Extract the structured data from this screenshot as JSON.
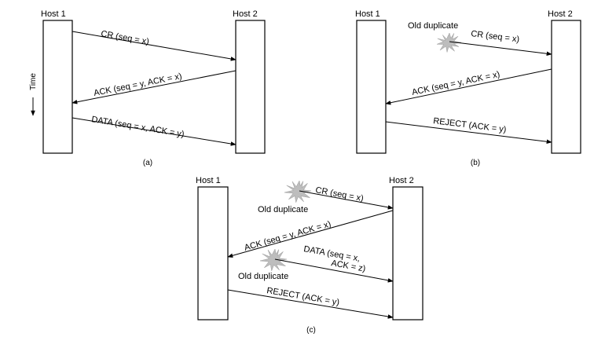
{
  "diagrams": {
    "a": {
      "host1": "Host 1",
      "host2": "Host 2",
      "time_label": "Time",
      "messages": [
        "CR (seq = x)",
        "ACK (seq = y, ACK = x)",
        "DATA (seq = x, ACK = y)"
      ],
      "caption": "(a)"
    },
    "b": {
      "host1": "Host 1",
      "host2": "Host 2",
      "note": "Old duplicate",
      "messages": [
        "CR (seq = x)",
        "ACK (seq = y, ACK = x)",
        "REJECT (ACK = y)"
      ],
      "caption": "(b)"
    },
    "c": {
      "host1": "Host 1",
      "host2": "Host 2",
      "note_1": "Old duplicate",
      "note_2": "Old duplicate",
      "messages": [
        "CR (seq = x)",
        "ACK (seq = y, ACK = x)",
        "DATA (seq = x,",
        "ACK = z)",
        "REJECT (ACK = y)"
      ],
      "caption": "(c)"
    }
  }
}
